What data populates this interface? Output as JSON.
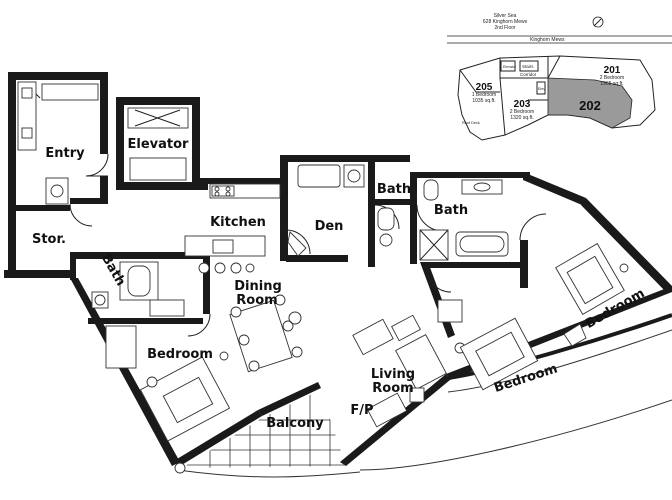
{
  "keyplan": {
    "building_name": "Silver Sea",
    "address": "628 Kinghorn Mews",
    "floor": "2nd Floor",
    "street": "Kinghorn Mews",
    "labels": {
      "elevator": "Elevator",
      "stairs": "Stairs",
      "corridor": "Corridor",
      "elev": "Elev",
      "roof_deck": "Roof Deck",
      "north_icon": "compass-north-icon"
    },
    "units": [
      {
        "number": "205",
        "desc": "1 Bedroom",
        "area": "1035 sq.ft."
      },
      {
        "number": "203",
        "desc": "2 Bedroom",
        "area": "1320 sq.ft."
      },
      {
        "number": "201",
        "desc": "2 Bedroom",
        "area": "1965 sq.ft."
      },
      {
        "number": "202",
        "desc": "",
        "area": ""
      }
    ],
    "highlight_color": "#9a9a9a"
  },
  "rooms": {
    "entry": "Entry",
    "elevator": "Elevator",
    "kitchen": "Kitchen",
    "den": "Den",
    "bath_small": "Bath",
    "bath_main": "Bath",
    "stor": "Stor.",
    "bath_left": "Bath",
    "dining_1": "Dining",
    "dining_2": "Room",
    "bedroom_left": "Bedroom",
    "living_1": "Living",
    "living_2": "Room",
    "balcony": "Balcony",
    "fp": "F/P",
    "bedroom_mid": "Bedroom",
    "bedroom_right": "Bedroom"
  }
}
